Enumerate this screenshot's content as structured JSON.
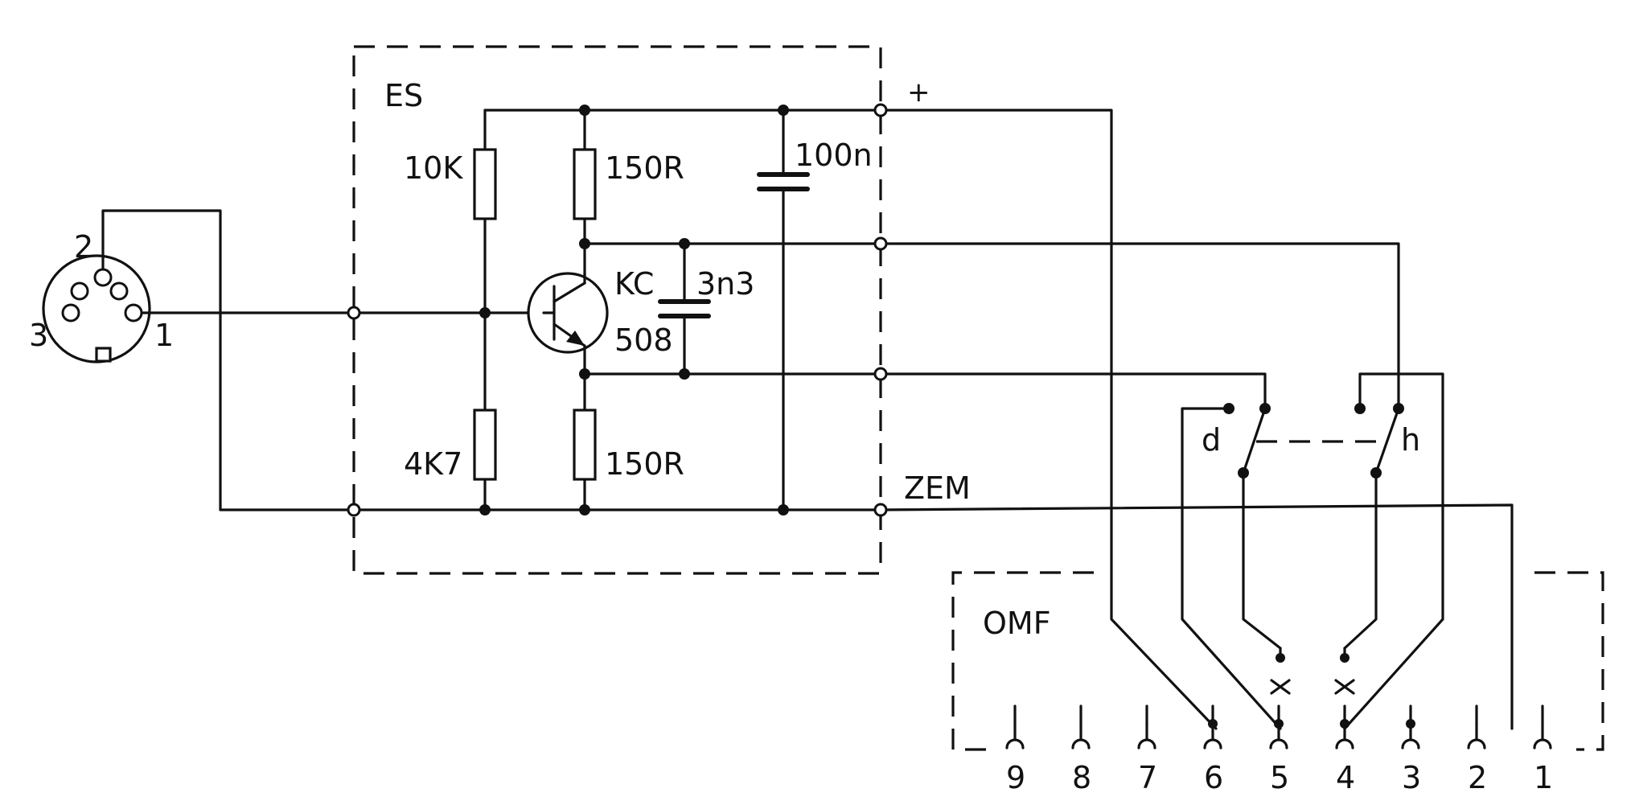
{
  "labels": {
    "es_box": "ES",
    "omf_box": "OMF",
    "r_top_left": "10K",
    "r_bottom_left": "4K7",
    "r_top_right": "150R",
    "r_bottom_right": "150R",
    "cap_bypass": "100n",
    "cap_coupling": "3n3",
    "transistor_line1": "KC",
    "transistor_line2": "508",
    "plus_terminal": "+",
    "ground_terminal": "ZEM",
    "switch_d": "d",
    "switch_h": "h"
  },
  "din_connector": {
    "pin1": "1",
    "pin2": "2",
    "pin3": "3"
  },
  "omf_pins": [
    "9",
    "8",
    "7",
    "6",
    "5",
    "4",
    "3",
    "2",
    "1"
  ]
}
